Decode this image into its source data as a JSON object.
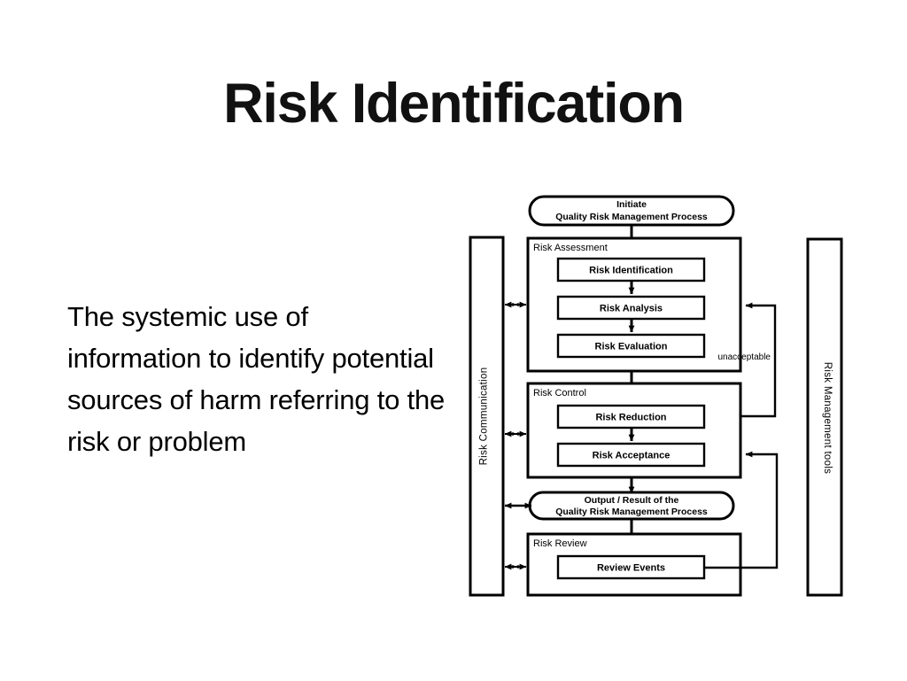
{
  "slide": {
    "title": "Risk Identification",
    "body": "The systemic use of information to identify potential sources of harm referring to the risk or problem",
    "background_color": "#ffffff",
    "text_color": "#000000"
  },
  "diagram": {
    "name": "quality-risk-management-process-flowchart",
    "side_bars": {
      "left": "Risk Communication",
      "right": "Risk Management tools"
    },
    "initiate_node": {
      "line1": "Initiate",
      "line2": "Quality Risk Management Process"
    },
    "groups": [
      {
        "title": "Risk Assessment",
        "steps": [
          "Risk Identification",
          "Risk Analysis",
          "Risk Evaluation"
        ]
      },
      {
        "title": "Risk Control",
        "steps": [
          "Risk Reduction",
          "Risk Acceptance"
        ]
      },
      {
        "title": "Risk Review",
        "steps": [
          "Review Events"
        ]
      }
    ],
    "output_node": {
      "line1": "Output / Result of the",
      "line2": "Quality Risk Management Process"
    },
    "edge_labels": {
      "unacceptable": "unacceptable"
    },
    "stroke_color": "#000000"
  }
}
